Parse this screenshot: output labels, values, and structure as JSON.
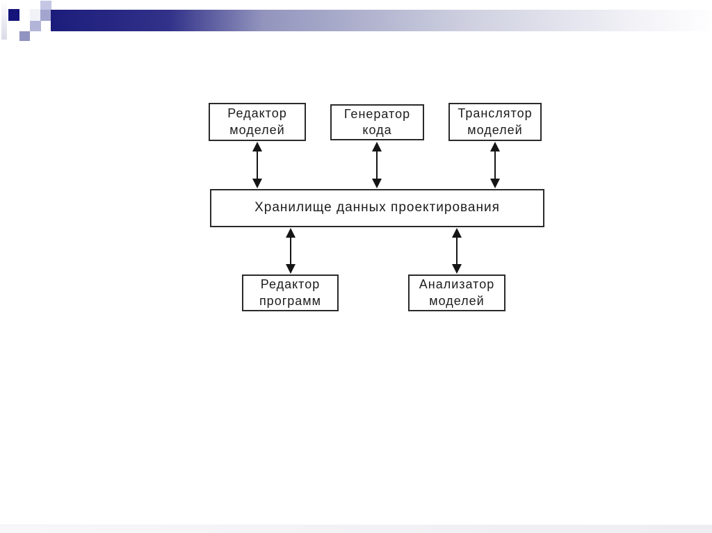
{
  "slide": {
    "background": "#ffffff",
    "banner": {
      "accent_dark": "#1c1c7c",
      "accent_mid": "#9294bd",
      "accent_light": "#c4c6e3",
      "bottom_strip": "#ededf2"
    }
  },
  "diagram": {
    "box_border_color": "#2a2a2a",
    "arrow_color": "#151515",
    "center_box": {
      "label": "Хранилище данных проектирования"
    },
    "top_boxes": [
      {
        "label": "Редактор\nмоделей"
      },
      {
        "label": "Генератор\nкода"
      },
      {
        "label": "Транслятор\nмоделей"
      }
    ],
    "bottom_boxes": [
      {
        "label": "Редактор\nпрограмм"
      },
      {
        "label": "Анализатор\nмоделей"
      }
    ]
  }
}
